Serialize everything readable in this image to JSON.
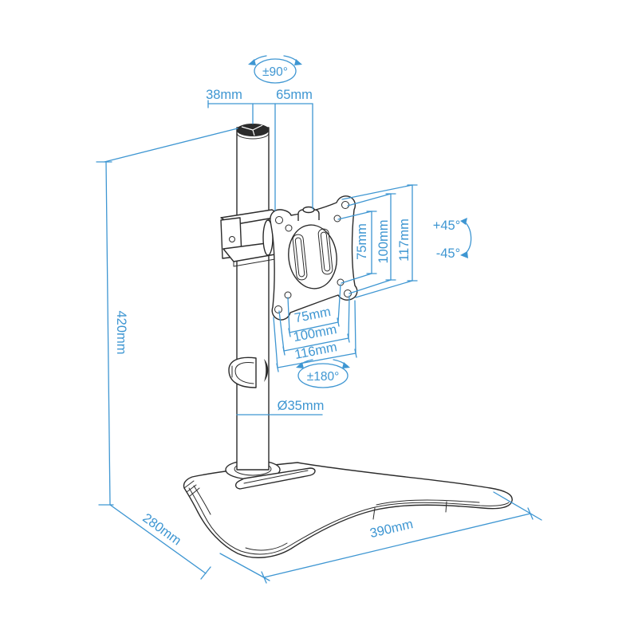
{
  "colors": {
    "dimension_blue": "#3e96d2",
    "drawing_ink": "#2b2b2b",
    "background": "#ffffff"
  },
  "diagram": {
    "labels": {
      "top_rotation": "±90°",
      "offset_38": "38mm",
      "offset_65": "65mm",
      "height_420": "420mm",
      "vesa_v_75": "75mm",
      "vesa_v_100": "100mm",
      "vesa_v_117": "117mm",
      "tilt_plus": "+45°",
      "tilt_minus": "-45°",
      "vesa_h_75": "75mm",
      "vesa_h_100": "100mm",
      "vesa_h_116": "116mm",
      "mid_rotation": "±180°",
      "pole_diameter": "Ø35mm",
      "base_depth_280": "280mm",
      "base_width_390": "390mm"
    }
  }
}
